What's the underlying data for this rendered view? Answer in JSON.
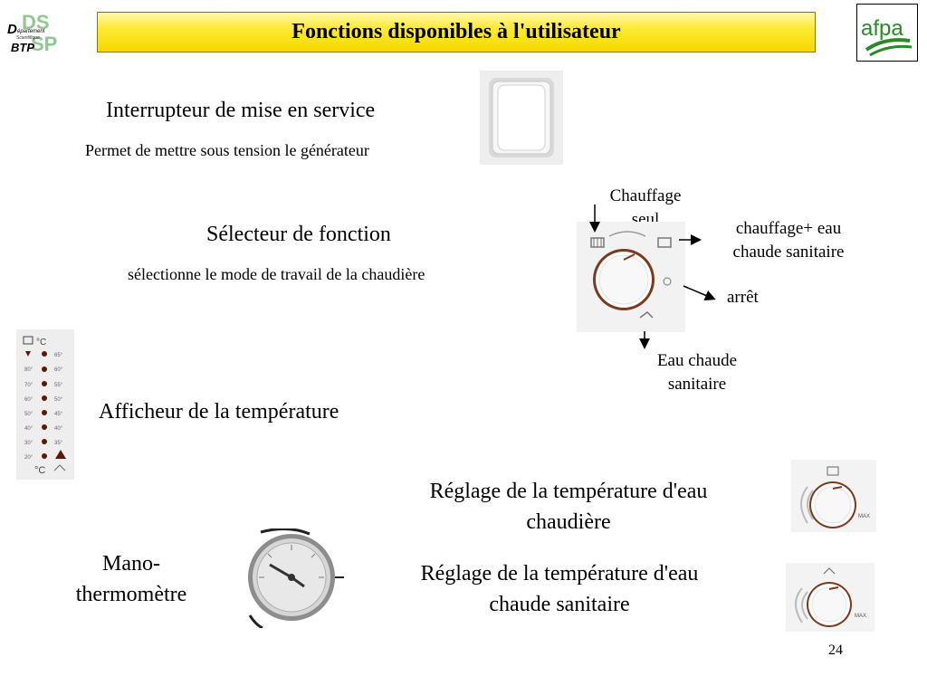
{
  "header": {
    "title": "Fonctions disponibles à l'utilisateur",
    "logo_left_text": [
      "D",
      "épartement",
      "Scientifique",
      "BTP",
      "DS",
      "SP"
    ],
    "logo_right_text": "afpa"
  },
  "sections": {
    "interrupteur": {
      "title": "Interrupteur de mise en service",
      "description": "Permet de mettre sous tension le générateur"
    },
    "selecteur": {
      "title": "Sélecteur de fonction",
      "description": "sélectionne le mode de travail de la chaudière",
      "labels": {
        "chauffage_seul_1": "Chauffage",
        "chauffage_seul_2": "seul",
        "chauffage_eau_1": "chauffage+ eau",
        "chauffage_eau_2": "chaude sanitaire",
        "arret": "arrêt",
        "eau_chaude_1": "Eau chaude",
        "eau_chaude_2": "sanitaire"
      }
    },
    "afficheur": {
      "title": "Afficheur de la température",
      "scale_left": [
        "80°",
        "70°",
        "60°",
        "50°",
        "40°",
        "30°",
        "20°"
      ],
      "scale_right": [
        "65°",
        "60°",
        "55°",
        "50°",
        "45°",
        "40°",
        "35°"
      ],
      "unit": "°C"
    },
    "reglage_chaudiere": {
      "line1": "Réglage de la température d'eau",
      "line2": "chaudière",
      "knob_max": "MAX"
    },
    "reglage_sanitaire": {
      "line1": "Réglage de la température d'eau",
      "line2": "chaude sanitaire",
      "knob_max": "MAX"
    },
    "mano": {
      "line1": "Mano-",
      "line2": "thermomètre"
    }
  },
  "footer": {
    "page_number": "24"
  },
  "colors": {
    "title_bg": "#ffea33",
    "logo_green": "#2a8a2a",
    "knob_rim": "#7a3b1e"
  }
}
